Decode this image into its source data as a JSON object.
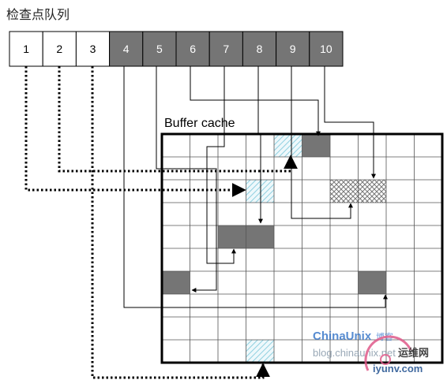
{
  "title": "检查点队列",
  "buffer_cache_label": "Buffer cache",
  "queue": {
    "cells": [
      {
        "label": "1",
        "state": "clean"
      },
      {
        "label": "2",
        "state": "clean"
      },
      {
        "label": "3",
        "state": "clean"
      },
      {
        "label": "4",
        "state": "dirty"
      },
      {
        "label": "5",
        "state": "dirty"
      },
      {
        "label": "6",
        "state": "dirty"
      },
      {
        "label": "7",
        "state": "dirty"
      },
      {
        "label": "8",
        "state": "dirty"
      },
      {
        "label": "9",
        "state": "dirty"
      },
      {
        "label": "10",
        "state": "dirty"
      }
    ]
  },
  "grid": {
    "rows": 10,
    "cols": 10,
    "blocks": [
      {
        "row": 0,
        "col": 4,
        "style": "hatched"
      },
      {
        "row": 0,
        "col": 5,
        "style": "dark"
      },
      {
        "row": 2,
        "col": 3,
        "style": "hatched"
      },
      {
        "row": 2,
        "col": 6,
        "style": "crosshatched"
      },
      {
        "row": 2,
        "col": 7,
        "style": "crosshatched"
      },
      {
        "row": 4,
        "col": 2,
        "style": "dark"
      },
      {
        "row": 4,
        "col": 3,
        "style": "dark"
      },
      {
        "row": 6,
        "col": 0,
        "style": "dark"
      },
      {
        "row": 6,
        "col": 7,
        "style": "dark"
      },
      {
        "row": 9,
        "col": 3,
        "style": "hatched"
      }
    ]
  },
  "links": [
    {
      "from": "1",
      "style": "dotted"
    },
    {
      "from": "2",
      "style": "dotted"
    },
    {
      "from": "3",
      "style": "dotted"
    },
    {
      "from": "4",
      "style": "solid"
    },
    {
      "from": "5",
      "style": "solid"
    },
    {
      "from": "6",
      "style": "solid"
    },
    {
      "from": "7",
      "style": "solid"
    },
    {
      "from": "8",
      "style": "solid"
    },
    {
      "from": "9",
      "style": "solid"
    },
    {
      "from": "10",
      "style": "solid"
    }
  ],
  "watermark": {
    "brand": "ChinaUnix",
    "brand_suffix": "博客",
    "url": "blog.chinaunix.net",
    "site_name": "运维网",
    "site_url": "iyunv.com"
  },
  "colors": {
    "dark_block": "#757575",
    "hatch": "#8fd0e0",
    "crosshatch": "#777777",
    "line": "#000000"
  }
}
